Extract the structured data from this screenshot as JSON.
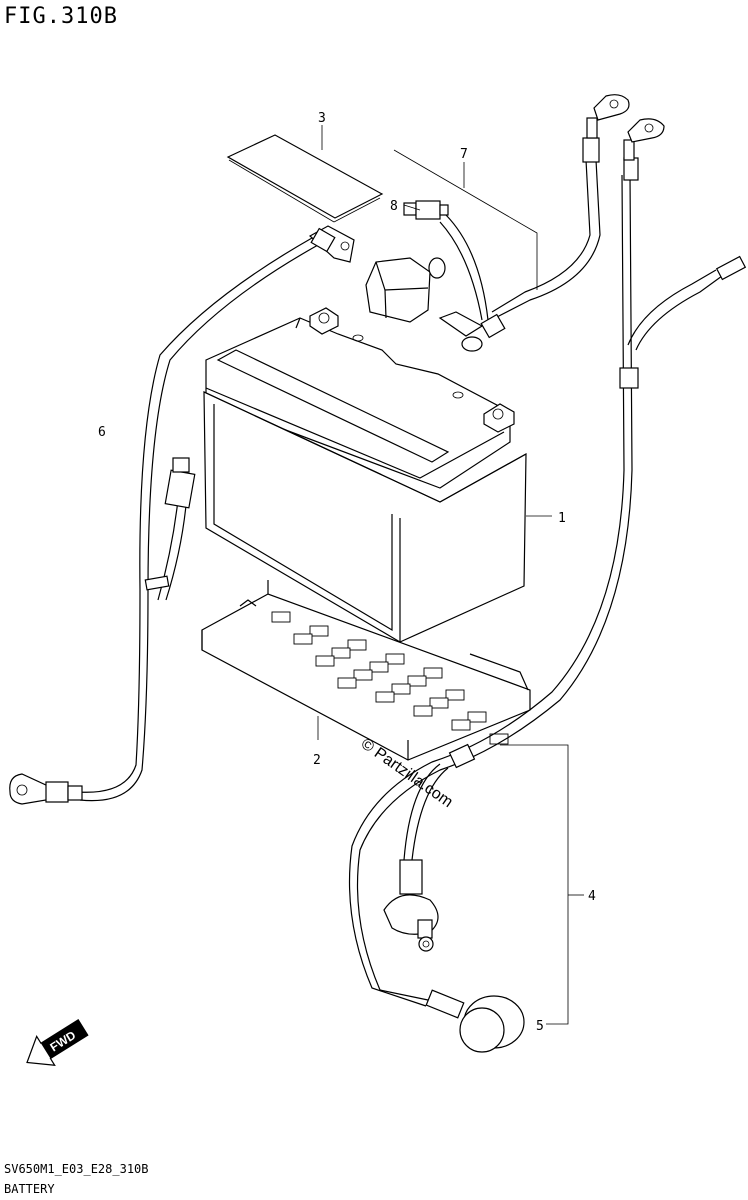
{
  "figure": {
    "title": "FIG.310B",
    "code": "SV650M1_E03_E28_310B",
    "name": "BATTERY"
  },
  "callouts": [
    {
      "id": "1",
      "label": "1"
    },
    {
      "id": "2",
      "label": "2"
    },
    {
      "id": "3",
      "label": "3"
    },
    {
      "id": "4",
      "label": "4"
    },
    {
      "id": "5",
      "label": "5"
    },
    {
      "id": "6",
      "label": "6"
    },
    {
      "id": "7",
      "label": "7"
    },
    {
      "id": "8",
      "label": "8"
    }
  ],
  "direction_marker": {
    "label": "FWD"
  },
  "watermark": "© Partzilla.com"
}
